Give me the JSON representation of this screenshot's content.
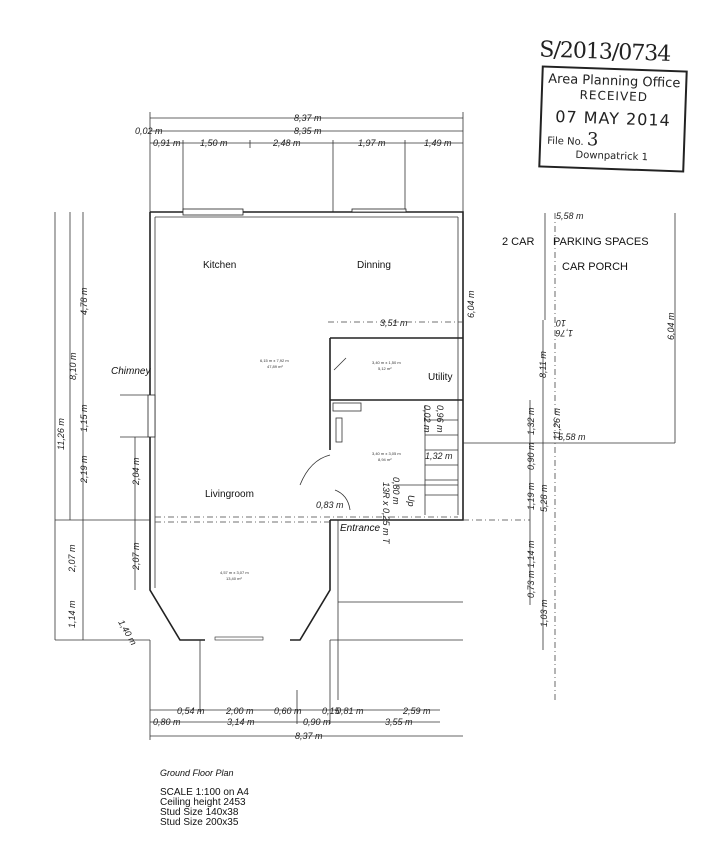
{
  "stamp": {
    "reference": "S/2013/0734",
    "office": "Area Planning Office",
    "status": "RECEIVED",
    "date": "07 MAY 2014",
    "file_label": "File No.",
    "file_number": "3",
    "location": "Downpatrick 1"
  },
  "rooms": {
    "kitchen": "Kitchen",
    "dining": "Dinning",
    "utility": "Utility",
    "living": "Livingroom",
    "entrance": "Entrance",
    "chimney": "Chimney",
    "main_size": "6,15 m x 7,92 m",
    "main_area": "47,89 m²",
    "utility_size": "3,40 m x 1,50 m",
    "utility_area": "5,12 m²",
    "hall_size": "3,40 m x 3,05 m",
    "hall_area": "8,94 m²",
    "bay_size": "4,57 m x 3,07 m",
    "bay_area": "13,40 m²",
    "stairs": "13R x 0,25 m T",
    "stairs_up": "Up"
  },
  "porch": {
    "label_a": "2 CAR",
    "label_b": "PARKING SPACES",
    "label_c": "CAR PORCH",
    "top_dim": "5,58 m",
    "bottom_dim": "5,58 m",
    "side_dim": "6,04 m",
    "rot_a": "1,76",
    "rot_b": "10"
  },
  "dims": {
    "top_total": "8,37 m",
    "top_inner": "8,35 m",
    "top_offset": "0,02 m",
    "top_segments": [
      "0,91 m",
      "1,50 m",
      "2,48 m",
      "1,97 m",
      "1,49 m"
    ],
    "utility_width": "3,51 m",
    "right_height": "6,04 m",
    "left": [
      "11,26 m",
      "8,10 m",
      "4,78 m",
      "1,15 m",
      "2,19 m",
      "2,07 m",
      "1,14 m",
      "2,04 m",
      "2,07 m",
      "1,40 m"
    ],
    "right": [
      "8,11 m",
      "1,32 m",
      "0,90 m",
      "1,19 m",
      "1,14 m",
      "0,73 m",
      "11,26 m",
      "5,28 m",
      "1,03 m"
    ],
    "inner": [
      "0,83 m",
      "1,32 m",
      "0,80 m",
      "0,96 m",
      "0,02 m"
    ],
    "bottom_row1": [
      "0,54 m",
      "2,00 m",
      "0,60 m",
      "0,15",
      "0,81 m",
      "2,59 m"
    ],
    "bottom_row2": [
      "0,80 m",
      "3,14 m",
      "0,90 m",
      "3,55 m"
    ],
    "bottom_total": "8,37 m"
  },
  "notes": {
    "title": "Ground Floor Plan",
    "lines": [
      "SCALE  1:100  on A4",
      "Ceiling height  2453",
      "Stud Size 140x38",
      "Stud Size 200x35"
    ]
  }
}
